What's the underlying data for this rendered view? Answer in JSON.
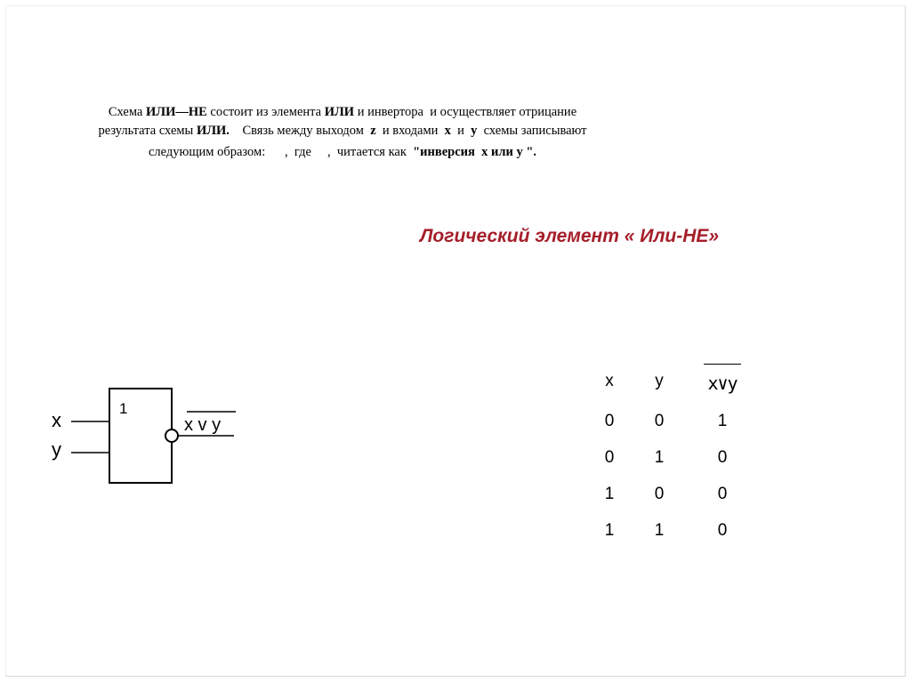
{
  "paragraph": {
    "line1_a": "Схема ",
    "line1_b": "ИЛИ—НЕ",
    "line1_c": " состоит из элемента ",
    "line1_d": "ИЛИ",
    "line1_e": " и инвертора  и осуществляет отрицание",
    "line2_a": "результата схемы ",
    "line2_b": "ИЛИ.",
    "line2_c": "    Связь между выходом  ",
    "line2_d": "z",
    "line2_e": "  и входами  ",
    "line2_f": "x",
    "line2_g": "  и  ",
    "line2_h": "y",
    "line2_i": "  схемы записывают",
    "line3_a": "следующим образом:      ,  где     ,  читается как  ",
    "line3_b": "\"инверсия  x или y \"."
  },
  "title": "Логический элемент « Или-НЕ»",
  "gate": {
    "symbol": "1",
    "input_x": "x",
    "input_y": "y",
    "output_label": "x v y"
  },
  "truth_table": {
    "headers": [
      "x",
      "y",
      "x∨y"
    ],
    "rows": [
      [
        "0",
        "0",
        "1"
      ],
      [
        "0",
        "1",
        "0"
      ],
      [
        "1",
        "0",
        "0"
      ],
      [
        "1",
        "1",
        "0"
      ]
    ]
  }
}
